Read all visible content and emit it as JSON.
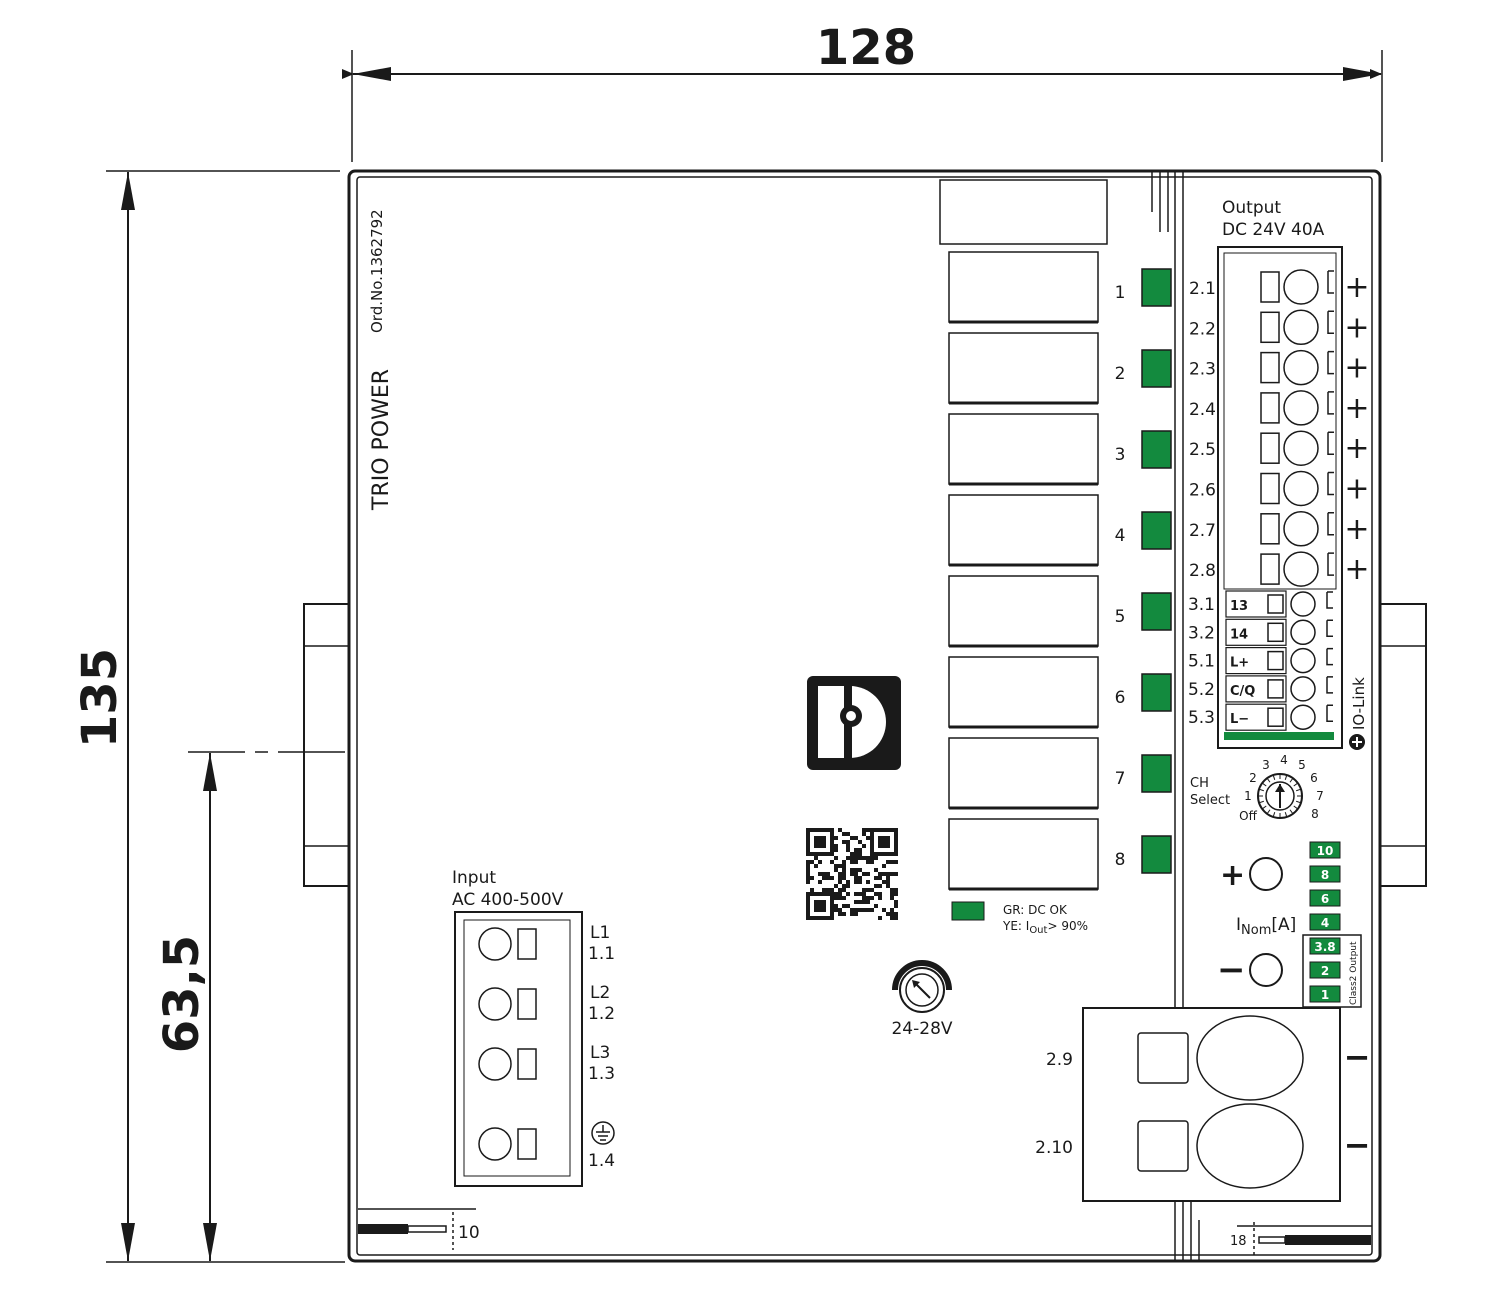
{
  "dimensions": {
    "width": "128",
    "height": "135",
    "rail_height": "63,5"
  },
  "device": {
    "brand": "TRIO POWER",
    "order_no": "Ord.No.1362792",
    "output_title": "Output",
    "output_rating": "DC 24V 40A",
    "input_title": "Input",
    "input_rating": "AC 400-500V",
    "io_link": "IO-Link",
    "adjust_label": "24-28V",
    "led_legend_green": "GR: DC OK",
    "led_legend_yellow_prefix": "YE: I",
    "led_legend_yellow_sub": "Out",
    "led_legend_yellow_suffix": "> 90%"
  },
  "channels": [
    "1",
    "2",
    "3",
    "4",
    "5",
    "6",
    "7",
    "8"
  ],
  "output_terminals": [
    "2.1",
    "2.2",
    "2.3",
    "2.4",
    "2.5",
    "2.6",
    "2.7",
    "2.8"
  ],
  "plus_sign": "+",
  "minus_sign": "−",
  "signal_terminals": [
    {
      "id": "3.1",
      "code": "13"
    },
    {
      "id": "3.2",
      "code": "14"
    },
    {
      "id": "5.1",
      "code": "L+"
    },
    {
      "id": "5.2",
      "code": "C/Q"
    },
    {
      "id": "5.3",
      "code": "L−"
    }
  ],
  "ch_select": {
    "label_line1": "CH",
    "label_line2": "Select",
    "positions": [
      "Off",
      "1",
      "2",
      "3",
      "4",
      "5",
      "6",
      "7",
      "8"
    ]
  },
  "inom": {
    "label_main": "I",
    "label_sub": "Nom",
    "label_suffix": "[A]",
    "values": [
      "10",
      "8",
      "6",
      "4",
      "3.8",
      "2",
      "1"
    ],
    "class2_label": "Class2 Output"
  },
  "minus_terminals": [
    "2.9",
    "2.10"
  ],
  "input_terminals": [
    {
      "phase": "L1",
      "id": "1.1"
    },
    {
      "phase": "L2",
      "id": "1.2"
    },
    {
      "phase": "L3",
      "id": "1.3"
    },
    {
      "phase": "",
      "id": "1.4"
    }
  ],
  "wire_strip": {
    "left": "10",
    "right": "18"
  },
  "colors": {
    "led_green": "#138a3e",
    "ink": "#1a1a1a"
  }
}
